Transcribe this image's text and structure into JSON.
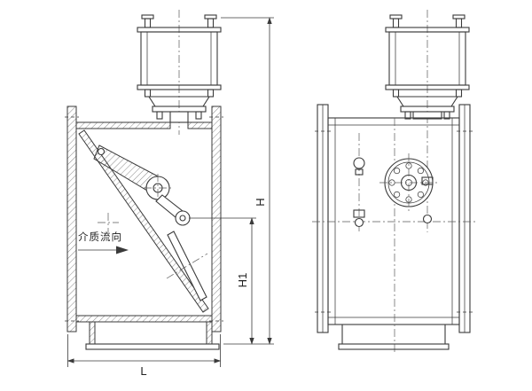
{
  "colors": {
    "line": "#3a3a3a",
    "background": "#ffffff"
  },
  "labels": {
    "flow_direction": "介质流向",
    "dim_H": "H",
    "dim_H1": "H1",
    "dim_L": "L"
  }
}
